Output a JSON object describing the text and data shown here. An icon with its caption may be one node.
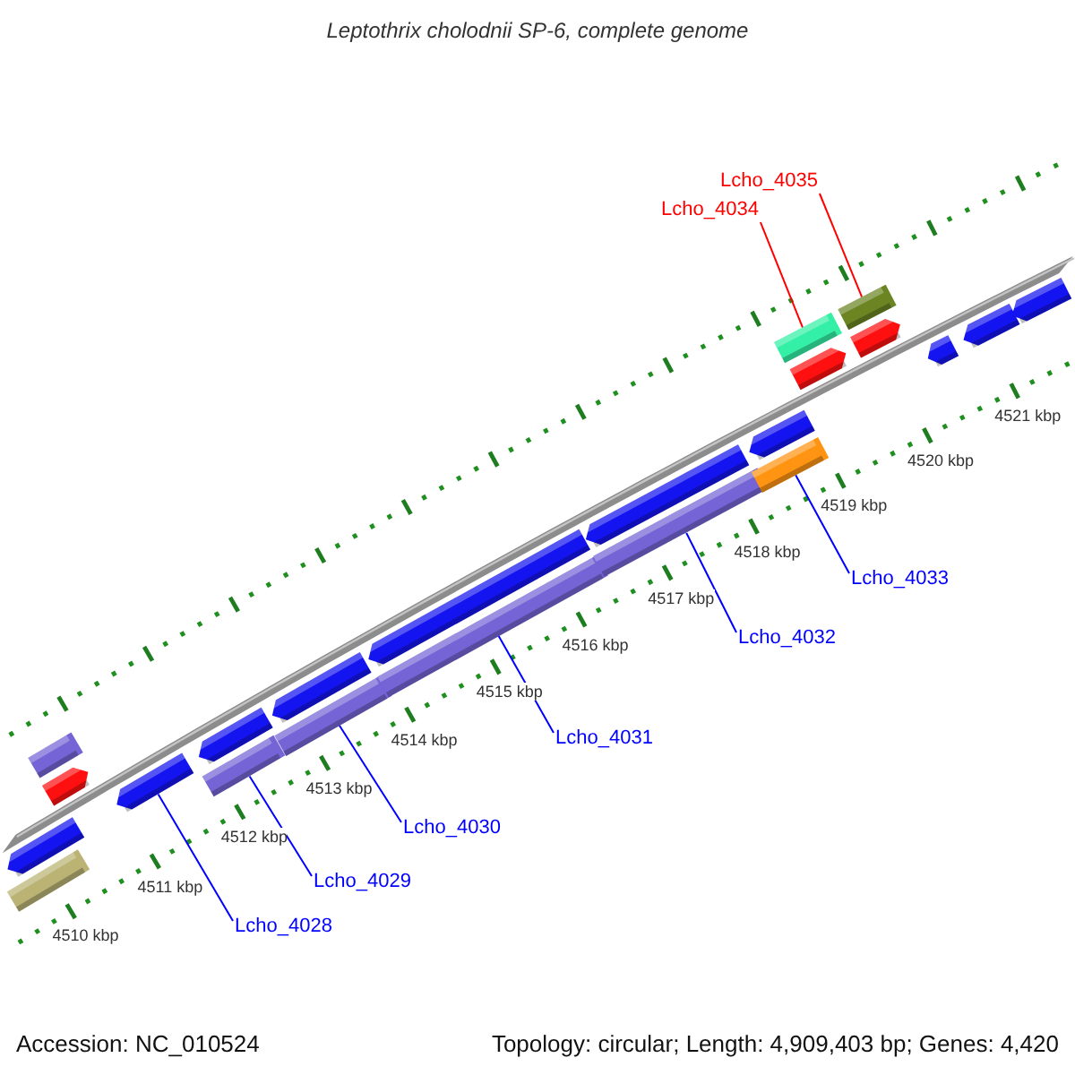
{
  "diagram": {
    "title": "Leptothrix cholodnii SP-6, complete genome",
    "nodes": [
      {
        "text": [
          "Lcho_4035"
        ]
      },
      {
        "text": [
          "Lcho_4034"
        ]
      },
      {
        "text": [
          "Lcho_4033"
        ]
      },
      {
        "text": [
          "Lcho_4032"
        ]
      },
      {
        "text": [
          "Lcho_4031"
        ]
      },
      {
        "text": [
          "Lcho_4030"
        ]
      },
      {
        "text": [
          "Lcho_4029"
        ]
      },
      {
        "text": [
          "Lcho_4028"
        ]
      },
      {
        "text": [],
        "shape": "arrow"
      },
      {
        "text": [],
        "shape": "bar"
      },
      {
        "text": [],
        "shape": "bar"
      },
      {
        "text": [],
        "shape": "arrow"
      },
      {
        "text": [],
        "shape": "arrow"
      },
      {
        "text": [],
        "shape": "arrow"
      },
      {
        "text": [],
        "shape": "bar"
      },
      {
        "text": [],
        "shape": "arrow"
      },
      {
        "text": [],
        "shape": "bar"
      },
      {
        "text": [],
        "shape": "arrow"
      },
      {
        "text": [],
        "shape": "bar"
      },
      {
        "text": [],
        "shape": "arrow"
      },
      {
        "text": [],
        "shape": "bar"
      },
      {
        "text": [],
        "shape": "arrow"
      },
      {
        "text": [],
        "shape": "bar"
      },
      {
        "text": [],
        "shape": "bar"
      },
      {
        "text": [],
        "shape": "arrow"
      },
      {
        "text": [],
        "shape": "bar"
      },
      {
        "text": [],
        "shape": "arrow"
      },
      {
        "text": [],
        "shape": "arrow"
      },
      {
        "text": [],
        "shape": "arrow"
      },
      {
        "text": [],
        "shape": "arrow"
      }
    ],
    "edges": [
      {
        "from": 0,
        "to": 25,
        "arrow": "none",
        "color": "#ff0000"
      },
      {
        "from": 1,
        "to": 23,
        "arrow": "none",
        "color": "#ff0000"
      },
      {
        "from": 2,
        "to": 22,
        "arrow": "none"
      },
      {
        "from": 3,
        "to": 20,
        "arrow": "none"
      },
      {
        "from": 4,
        "to": 18,
        "arrow": "none"
      },
      {
        "from": 5,
        "to": 16,
        "arrow": "none"
      },
      {
        "from": 6,
        "to": 14,
        "arrow": "none"
      },
      {
        "from": 7,
        "to": 12,
        "arrow": "none"
      }
    ],
    "labels": [
      "4521 kbp",
      "4520 kbp",
      "4519 kbp",
      "4518 kbp",
      "4517 kbp",
      "4516 kbp",
      "4515 kbp",
      "4514 kbp",
      "4513 kbp",
      "4512 kbp",
      "4511 kbp",
      "4510 kbp",
      "Accession: NC_010524",
      "Topology: circular; Length: 4,909,403 bp; Genes: 4,420"
    ]
  }
}
